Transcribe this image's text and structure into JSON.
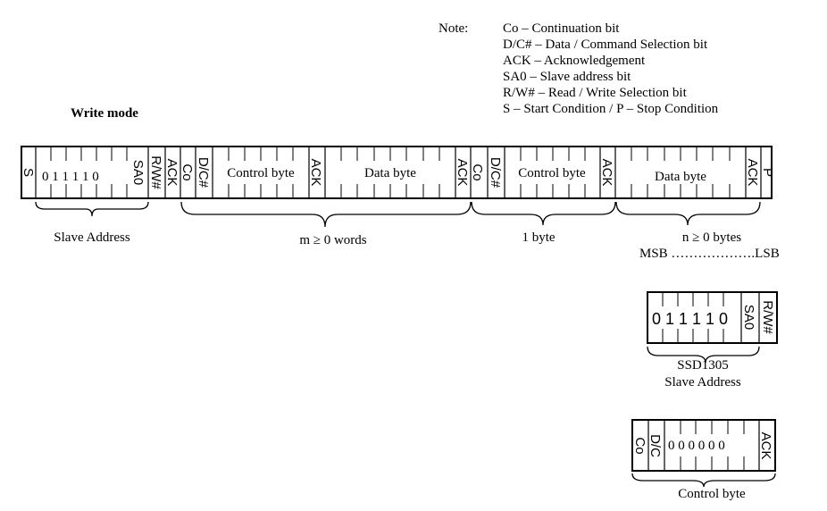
{
  "note": {
    "label": "Note:",
    "lines": [
      "Co – Continuation bit",
      "D/C# – Data / Command Selection bit",
      "ACK – Acknowledgement",
      "SA0 – Slave address bit",
      "R/W# – Read / Write Selection bit",
      "S – Start Condition / P – Stop Condition"
    ]
  },
  "mode_title": "Write mode",
  "frame": {
    "start": "S",
    "slave_bits": "0 1 1 1 1 0",
    "sa0": "SA0",
    "rw": "R/W#",
    "ack": "ACK",
    "co": "Co",
    "dc": "D/C#",
    "control_byte": "Control byte",
    "data_byte": "Data byte",
    "stop": "P"
  },
  "braces": {
    "slave_address": "Slave Address",
    "m_words": "m ≥ 0 words",
    "one_byte": "1 byte",
    "n_bytes": "n  ≥  0 bytes",
    "msb_lsb": "MSB ……………….LSB"
  },
  "ssd_box": {
    "bits": "0 1 1 1 1 0",
    "sa0": "SA0",
    "rw": "R/W#",
    "caption_1": "SSD1305",
    "caption_2": "Slave Address"
  },
  "control_box": {
    "co": "Co",
    "dc": "D/C",
    "bits": "0 0 0 0 0 0",
    "ack": "ACK",
    "caption": "Control byte"
  }
}
